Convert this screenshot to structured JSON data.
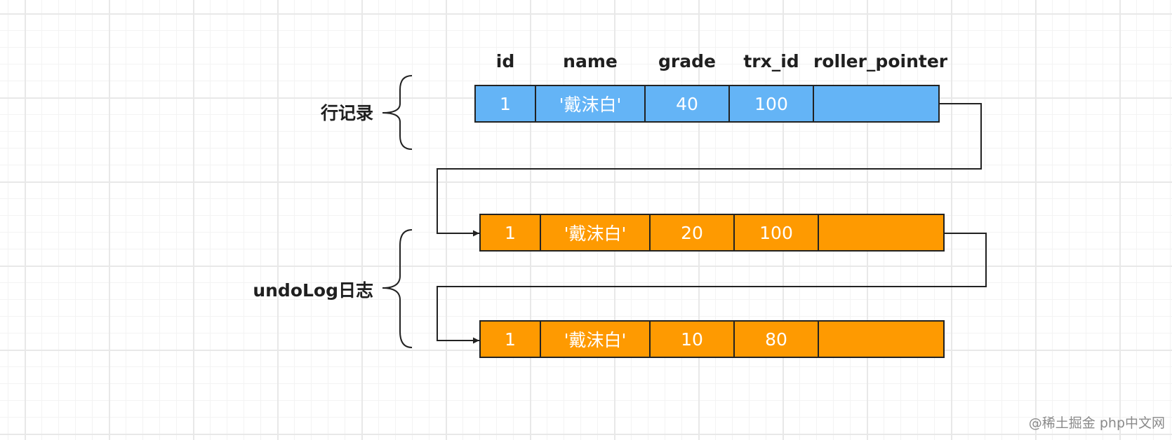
{
  "columns": [
    "id",
    "name",
    "grade",
    "trx_id",
    "roller_pointer"
  ],
  "row_record": {
    "label": "行记录",
    "color": "#64b4f6",
    "cells": [
      "1",
      "'戴沫白'",
      "40",
      "100",
      ""
    ]
  },
  "undo_log": {
    "label": "undoLog日志",
    "color": "#fe9a01",
    "records": [
      {
        "cells": [
          "1",
          "'戴沫白'",
          "20",
          "100",
          ""
        ]
      },
      {
        "cells": [
          "1",
          "'戴沫白'",
          "10",
          "80",
          ""
        ]
      }
    ]
  },
  "watermark": "@稀土掘金 php中文网"
}
